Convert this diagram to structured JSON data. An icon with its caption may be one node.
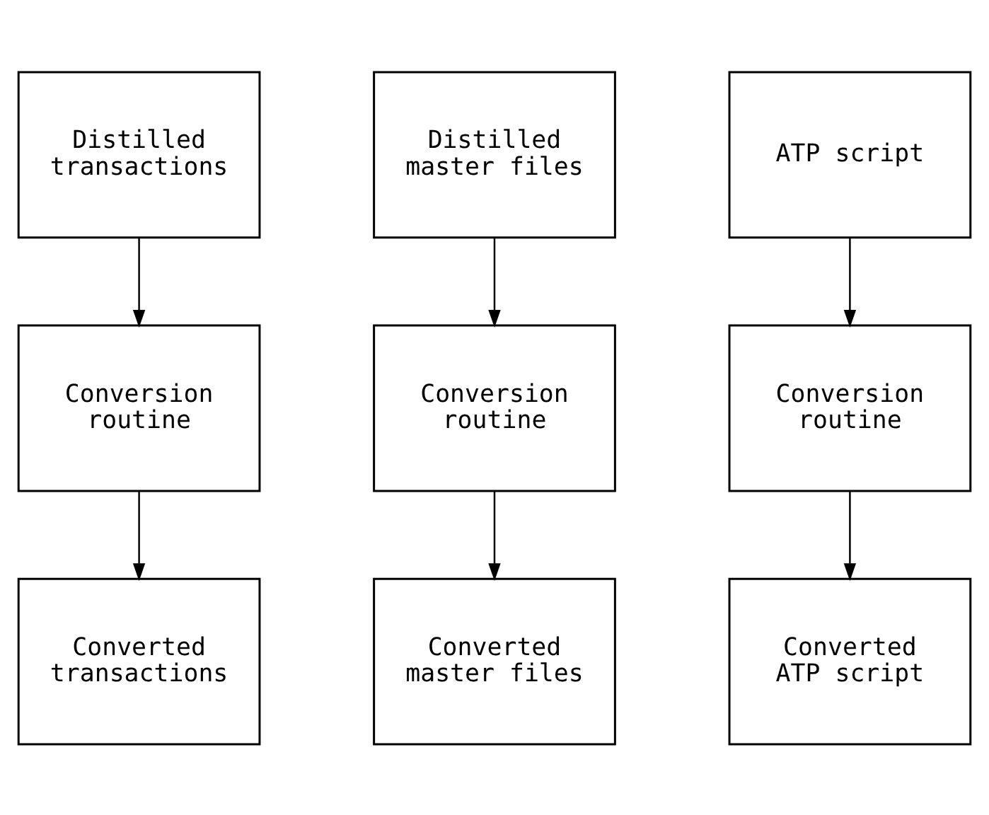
{
  "diagram": {
    "nodes": [
      {
        "text": [
          "Distilled transactions"
        ]
      },
      {
        "text": [
          "Distilled master files"
        ]
      },
      {
        "text": [
          "ATP script"
        ]
      },
      {
        "text": [
          "Conversion routine"
        ]
      },
      {
        "text": [
          "Conversion routine"
        ]
      },
      {
        "text": [
          "Conversion routine"
        ]
      },
      {
        "text": [
          "Converted transactions"
        ]
      },
      {
        "text": [
          "Converted master files"
        ]
      },
      {
        "text": [
          "Converted ATP script"
        ]
      }
    ],
    "edges": [
      {
        "from": 0,
        "to": 3,
        "arrow": "to"
      },
      {
        "from": 3,
        "to": 6,
        "arrow": "to"
      },
      {
        "from": 1,
        "to": 4,
        "arrow": "to"
      },
      {
        "from": 4,
        "to": 7,
        "arrow": "to"
      },
      {
        "from": 2,
        "to": 5,
        "arrow": "to"
      },
      {
        "from": 5,
        "to": 8,
        "arrow": "to"
      }
    ]
  }
}
